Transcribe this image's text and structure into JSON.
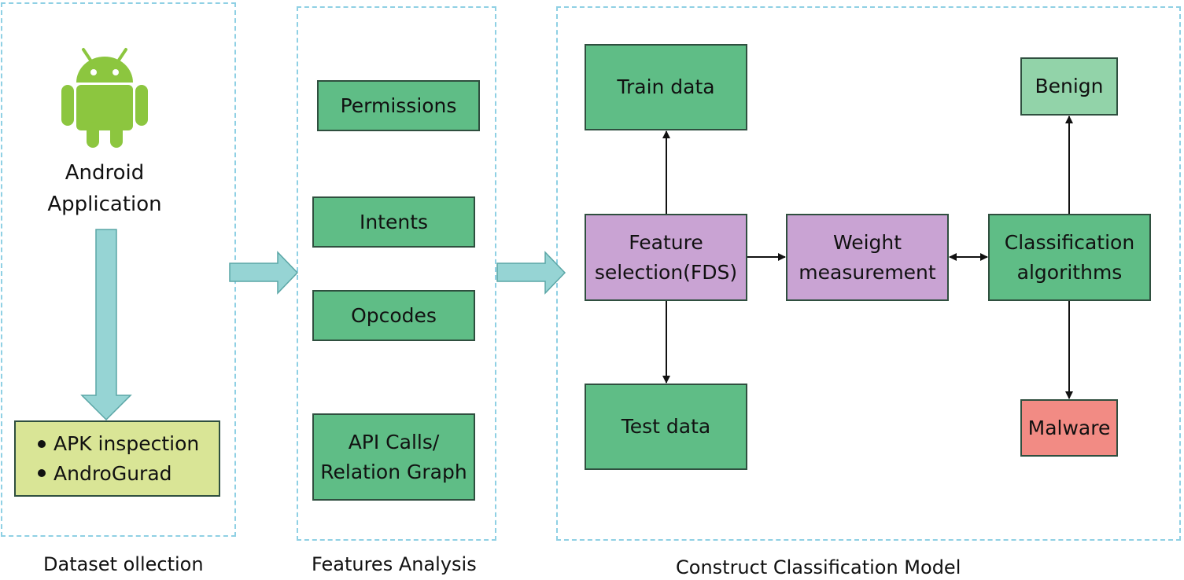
{
  "panels": {
    "dataset": {
      "caption": "Dataset ollection"
    },
    "features": {
      "caption": "Features Analysis"
    },
    "model": {
      "caption": "Construct Classification Model"
    }
  },
  "android": {
    "icon": "android-robot-icon",
    "label_line1": "Android",
    "label_line2": "Application"
  },
  "tools": {
    "items": [
      "APK inspection",
      "AndroGurad"
    ]
  },
  "features": {
    "permissions": "Permissions",
    "intents": "Intents",
    "opcodes": "Opcodes",
    "api_line1": "API Calls/",
    "api_line2": "Relation Graph"
  },
  "model": {
    "train": "Train data",
    "test": "Test data",
    "fds_line1": "Feature",
    "fds_line2": "selection(FDS)",
    "weight_line1": "Weight",
    "weight_line2": "measurement",
    "classif_line1": "Classification",
    "classif_line2": "algorithms",
    "benign": "Benign",
    "malware": "Malware"
  },
  "colors": {
    "panel_border": "#8fd0e4",
    "green": "#5fbd86",
    "light_green": "#92d3a9",
    "purple": "#c9a3d3",
    "red": "#f28b84",
    "yellow": "#d9e596",
    "arrow_fill": "#96d4d4",
    "android_green": "#8cc63f"
  }
}
